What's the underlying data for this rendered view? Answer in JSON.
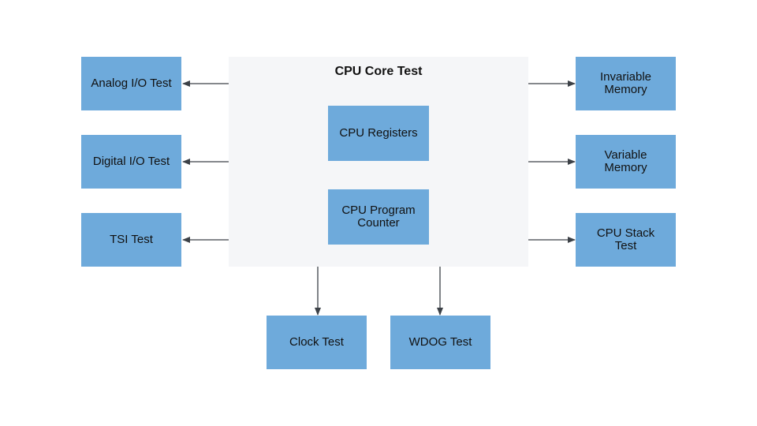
{
  "core": {
    "title": "CPU Core Test",
    "inner": [
      {
        "label": "CPU Registers"
      },
      {
        "label": "CPU Program\nCounter"
      }
    ]
  },
  "left": [
    {
      "label": "Analog I/O Test"
    },
    {
      "label": "Digital I/O Test"
    },
    {
      "label": "TSI Test"
    }
  ],
  "right": [
    {
      "label": "Invariable\nMemory"
    },
    {
      "label": "Variable\nMemory"
    },
    {
      "label": "CPU Stack\nTest"
    }
  ],
  "bottom": [
    {
      "label": "Clock Test"
    },
    {
      "label": "WDOG Test"
    }
  ],
  "colors": {
    "box_fill": "#6eaadb",
    "core_fill": "#f5f6f8",
    "arrow": "#3c4147"
  }
}
